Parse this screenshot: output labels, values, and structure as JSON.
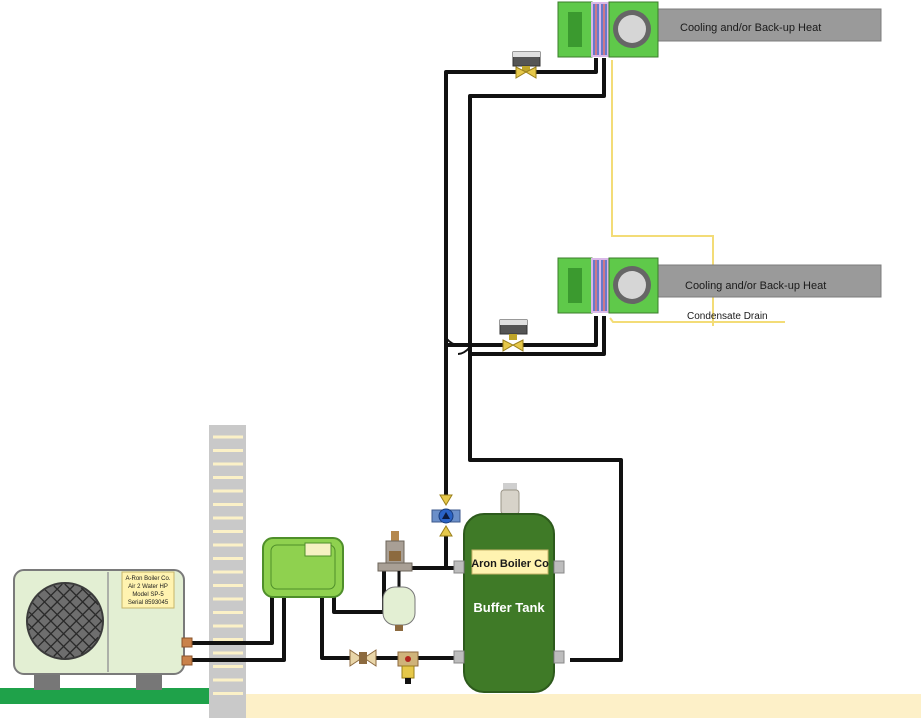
{
  "air_handler_top": {
    "label": "Cooling and/or Back-up Heat"
  },
  "air_handler_mid": {
    "label": "Cooling and/or Back-up Heat"
  },
  "condensate": {
    "label": "Condensate Drain"
  },
  "heat_pump": {
    "nameplate": [
      "A-Ron Boiler Co.",
      "Air 2 Water HP",
      "Model SP-5",
      "Serial 8593045"
    ]
  },
  "buffer_tank": {
    "brand": "Aron Boiler Co",
    "label": "Buffer Tank"
  },
  "colors": {
    "pipe": "#111111",
    "tank_green": "#3f7a27",
    "controller_green": "#8fd14f",
    "duct_gray": "#9a9a9a",
    "condensate_yellow": "#f3dc77",
    "ground_green": "#1fa24a",
    "sand": "#fdf0c8",
    "brass": "#e6c84a",
    "heat_pump_body": "#e3efd3"
  },
  "icons": [
    "air-handler-icon",
    "zone-valve-icon",
    "circulator-pump-icon",
    "air-separator-icon",
    "expansion-tank-icon",
    "check-valve-icon",
    "fan-grille-icon",
    "wall-icon"
  ]
}
